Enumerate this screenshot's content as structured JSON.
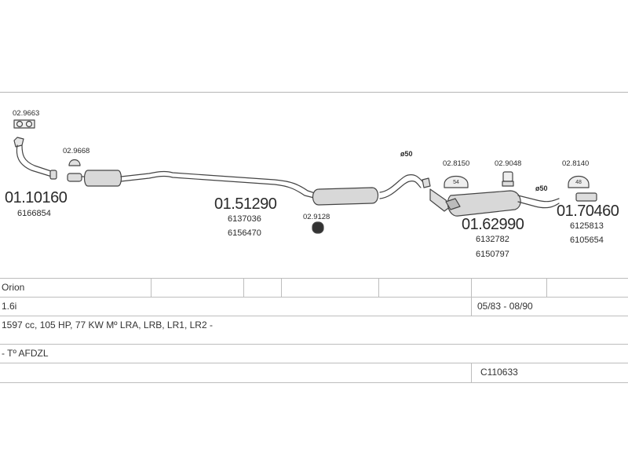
{
  "diagram": {
    "parts": [
      {
        "code": "01.10160",
        "refs": [
          "6166854"
        ]
      },
      {
        "code": "01.51290",
        "refs": [
          "6137036",
          "6156470"
        ]
      },
      {
        "code": "01.62990",
        "refs": [
          "6132782",
          "6150797"
        ]
      },
      {
        "code": "01.70460",
        "refs": [
          "6125813",
          "6105654"
        ]
      }
    ],
    "clamps": [
      "02.9663",
      "02.9668",
      "02.9128",
      "02.8150",
      "02.9048",
      "02.8140"
    ],
    "diameters": [
      "ø50",
      "ø50"
    ],
    "clamp_marks": [
      "54",
      "48"
    ]
  },
  "table": {
    "model": "Orion",
    "engine": "1.6i",
    "years": "05/83 - 08/90",
    "spec": "1597 cc, 105 HP, 77 KW Mº LRA, LRB, LR1, LR2 -",
    "type": "- Tº AFDZL",
    "ref": "C110633"
  }
}
